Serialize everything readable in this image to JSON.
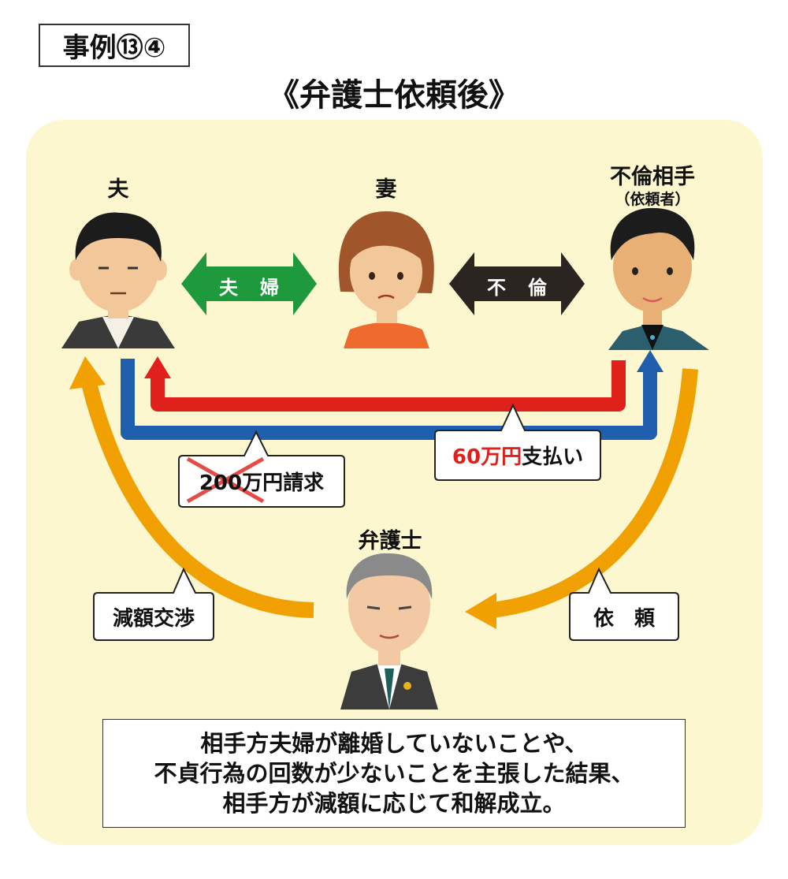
{
  "case_label": "事例⑬④",
  "title": "《弁護士依頼後》",
  "people": {
    "husband": "夫",
    "wife": "妻",
    "affair_partner": "不倫相手",
    "affair_partner_note": "（依頼者）",
    "lawyer": "弁護士"
  },
  "arrows": {
    "marriage": "夫　婦",
    "affair": "不　倫"
  },
  "callouts": {
    "claim_amount": "200万円",
    "claim_suffix": "請求",
    "payment_amount": "60万円",
    "payment_suffix": "支払い",
    "negotiation": "減額交渉",
    "request": "依　頼"
  },
  "result": [
    "相手方夫婦が離婚していないことや、",
    "不貞行為の回数が少ないことを主張した結果、",
    "相手方が減額に応じて和解成立。"
  ],
  "colors": {
    "panel": "#fdf7cf",
    "marriage_arrow": "#1e9a3c",
    "affair_arrow": "#2b2522",
    "claim_line": "#e0201a",
    "payment_line": "#1f5fae",
    "lawyer_arrow": "#f0a000"
  }
}
